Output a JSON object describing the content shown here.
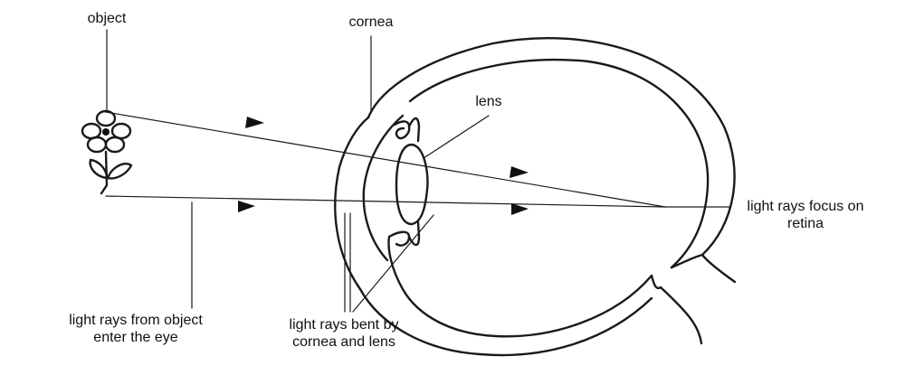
{
  "labels": {
    "object": "object",
    "cornea": "cornea",
    "lens": "lens",
    "focus_line1": "light rays focus on",
    "focus_line2": "retina",
    "rays_line1": "light rays from object",
    "rays_line2": "enter the eye",
    "bent_line1": "light rays bent by",
    "bent_line2": "cornea and lens"
  },
  "icons": {
    "object_icon": "flower-icon",
    "eye_icon": "eye-cross-section-icon"
  },
  "colors": {
    "ink": "#1a1a1a",
    "background": "#ffffff"
  }
}
